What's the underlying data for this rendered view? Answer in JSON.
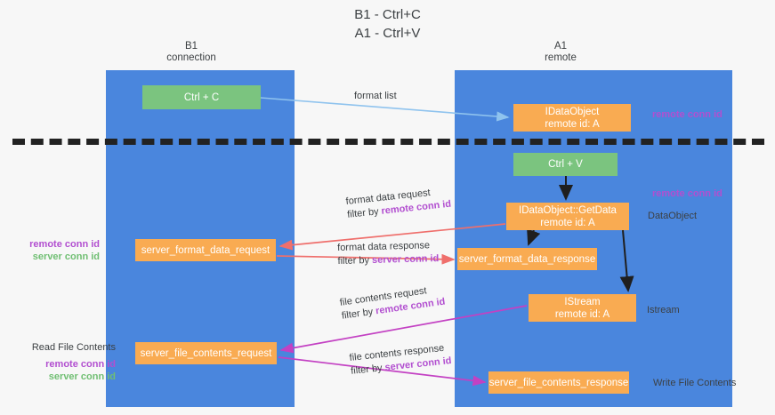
{
  "title": {
    "line1": "B1 - Ctrl+C",
    "line2": "A1 - Ctrl+V"
  },
  "columns": [
    {
      "name": "B1",
      "sub": "connection"
    },
    {
      "name": "A1",
      "sub": "remote"
    }
  ],
  "boxes": {
    "ctrl_c": "Ctrl + C",
    "idataobject": {
      "line1": "IDataObject",
      "line2": "remote id: A"
    },
    "ctrl_v": "Ctrl + V",
    "getdata": {
      "line1": "IDataObject::GetData",
      "line2": "remote id: A"
    },
    "server_format_data_request": "server_format_data_request",
    "server_format_data_response": "server_format_data_response",
    "istream": {
      "line1": "IStream",
      "line2": "remote id: A"
    },
    "server_file_contents_request": "server_file_contents_request",
    "server_file_contents_response": "server_file_contents_response"
  },
  "arrows": {
    "format_list": {
      "line1": "format list"
    },
    "format_data_request": {
      "line1": "format data request",
      "prefix": "filter by ",
      "id": "remote conn id"
    },
    "format_data_response": {
      "line1": "format data response",
      "prefix": "filter by ",
      "id": "server conn id"
    },
    "file_contents_request": {
      "line1": "file contents request",
      "prefix": "filter by ",
      "id": "remote conn id"
    },
    "file_contents_response": {
      "line1": "file contents response",
      "prefix": "filter by ",
      "id": "server conn id"
    }
  },
  "side_labels": {
    "remote_conn_id_top": "remote conn id",
    "remote_conn_id_mid": "remote conn id",
    "dataobject": "DataObject",
    "istream": "Istream",
    "write_file_contents": "Write File Contents"
  },
  "left_labels": {
    "remote_conn_id_1": "remote conn id",
    "server_conn_id_1": "server conn id",
    "read_file_contents": "Read File Contents",
    "remote_conn_id_2": "remote conn id",
    "server_conn_id_2": "server conn id"
  },
  "colors": {
    "lane": "#4a86dd",
    "green_box": "#7bc47f",
    "orange_box": "#f9ab52",
    "purple_text": "#b24fd0",
    "green_text": "#70bf73",
    "arrow_light_blue": "#8fc3ee",
    "arrow_red": "#ef6f6c",
    "arrow_magenta": "#c341c3",
    "arrow_black": "#1f1f1f",
    "separator": "#222222",
    "background": "#f7f7f7"
  }
}
